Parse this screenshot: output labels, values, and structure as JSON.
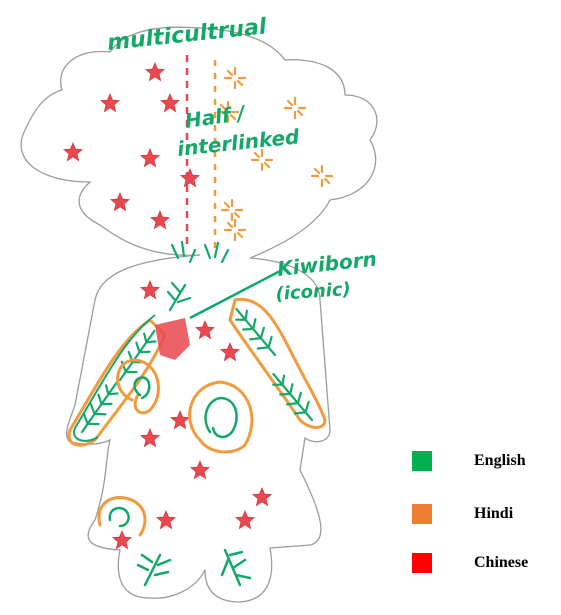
{
  "annotations": {
    "top": "multicultrual",
    "middle_line1": "Half /",
    "middle_line2": "interlinked",
    "right_line1": "Kiwiborn",
    "right_line2": "(iconic)"
  },
  "legend": [
    {
      "label": "English",
      "color": "#00b050",
      "icon": "green-square"
    },
    {
      "label": "Hindi",
      "color": "#ed7d31",
      "icon": "orange-square"
    },
    {
      "label": "Chinese",
      "color": "#ff0000",
      "icon": "red-square"
    }
  ],
  "colors": {
    "ink_green": "#13a86a",
    "ink_red": "#e8484f",
    "ink_orange": "#f19a3e",
    "outline": "#9c9c9c"
  }
}
